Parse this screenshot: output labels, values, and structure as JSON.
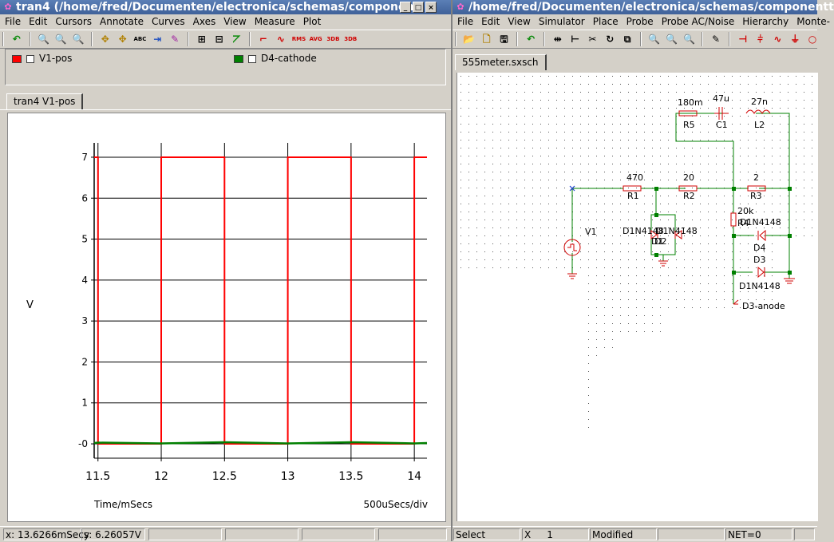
{
  "left_window": {
    "title": "tran4 (/home/fred/Documenten/electronica/schemas/componen",
    "title_buttons": [
      "_",
      "□",
      "×"
    ],
    "menu": [
      "File",
      "Edit",
      "Cursors",
      "Annotate",
      "Curves",
      "Axes",
      "View",
      "Measure",
      "Plot"
    ],
    "toolbar_icons": [
      "undo-icon",
      "zoom-in-icon",
      "zoom-fit-icon",
      "zoom-out-icon",
      "cursor-icon",
      "cursor-pair-icon",
      "label-icon",
      "move-icon",
      "color-icon",
      "grid-icon",
      "grid-axes-icon",
      "log-icon",
      "rise-icon",
      "fall-icon",
      "rms-icon",
      "avg-icon",
      "3db-icon",
      "3db-alt-icon"
    ],
    "toolbar_text": {
      "rms": "RMS",
      "avg": "AVG",
      "db3": "3DB",
      "db3b": "3DB",
      "abc": "ABC"
    },
    "legend": [
      {
        "name": "V1-pos",
        "color": "#ff0000"
      },
      {
        "name": "D4-cathode",
        "color": "#008000"
      }
    ],
    "tab": "tran4 V1-pos",
    "status": {
      "x": "x: 13.6266mSecs",
      "y": "y: 6.26057V"
    }
  },
  "chart_data": {
    "type": "line",
    "title": "",
    "xlabel": "Time/mSecs",
    "ylabel": "V",
    "xlim": [
      11.47,
      14.1
    ],
    "ylim": [
      -0.35,
      7.35
    ],
    "x_ticks": [
      "11.5",
      "12",
      "12.5",
      "13",
      "13.5",
      "14"
    ],
    "x_tick_values": [
      11.5,
      12,
      12.5,
      13,
      13.5,
      14
    ],
    "y_ticks": [
      "7",
      "6",
      "5",
      "4",
      "3",
      "2",
      "1",
      "-0"
    ],
    "y_tick_values": [
      7,
      6,
      5,
      4,
      3,
      2,
      1,
      0
    ],
    "div_label": "500uSecs/div",
    "series": [
      {
        "name": "V1-pos",
        "color": "#ff0000",
        "x": [
          11.47,
          11.5,
          11.5,
          12.0,
          12.0,
          12.5,
          12.5,
          13.0,
          13.0,
          13.5,
          13.5,
          14.0,
          14.0,
          14.1
        ],
        "y": [
          7,
          7,
          0,
          0,
          7,
          7,
          0,
          0,
          7,
          7,
          0,
          0,
          7,
          7
        ]
      },
      {
        "name": "D4-cathode",
        "color": "#008000",
        "x": [
          11.47,
          11.5,
          12.0,
          12.5,
          13.0,
          13.5,
          14.0,
          14.1
        ],
        "y": [
          0.02,
          0.03,
          0.01,
          0.04,
          0.01,
          0.04,
          0.01,
          0.02
        ]
      }
    ]
  },
  "right_window": {
    "title": "/home/fred/Documenten/electronica/schemas/componentt",
    "menu": [
      "File",
      "Edit",
      "View",
      "Simulator",
      "Place",
      "Probe",
      "Probe AC/Noise",
      "Hierarchy",
      "Monte-"
    ],
    "toolbar_icons": [
      "open-icon",
      "new-icon",
      "save-icon",
      "undo-icon",
      "mirror-icon",
      "wire-icon",
      "cut-icon",
      "rotate-icon",
      "copy-icon",
      "zoom-fit-icon",
      "zoom-out-icon",
      "zoom-in-icon",
      "pencil-icon",
      "capacitor-icon",
      "resistor-icon",
      "inductor-icon",
      "ground-icon",
      "more-icon"
    ],
    "tab": "555meter.sxsch",
    "components": {
      "r1": {
        "label": "R1",
        "value": "470"
      },
      "r2": {
        "label": "R2",
        "value": "20"
      },
      "r3": {
        "label": "R3",
        "value": "2"
      },
      "r4": {
        "label": "R4",
        "value": "20k"
      },
      "r5": {
        "label": "R5",
        "value": "180m"
      },
      "c1": {
        "label": "C1",
        "value": "47u"
      },
      "l2": {
        "label": "L2",
        "value": "27n"
      },
      "v1": {
        "label": "V1"
      },
      "d1": {
        "label": "D1",
        "value": "D1N4148"
      },
      "d2": {
        "label": "D2",
        "value": "D1N4148"
      },
      "d4": {
        "label": "D4",
        "value": "D1N4148"
      },
      "d3": {
        "label": "D3",
        "value": "D1N4148"
      },
      "probe": {
        "label": "D3-anode"
      }
    },
    "status": {
      "mode": "Select",
      "x_label": "X",
      "x_value": "1",
      "modified": "Modified",
      "net": "NET=0"
    }
  }
}
